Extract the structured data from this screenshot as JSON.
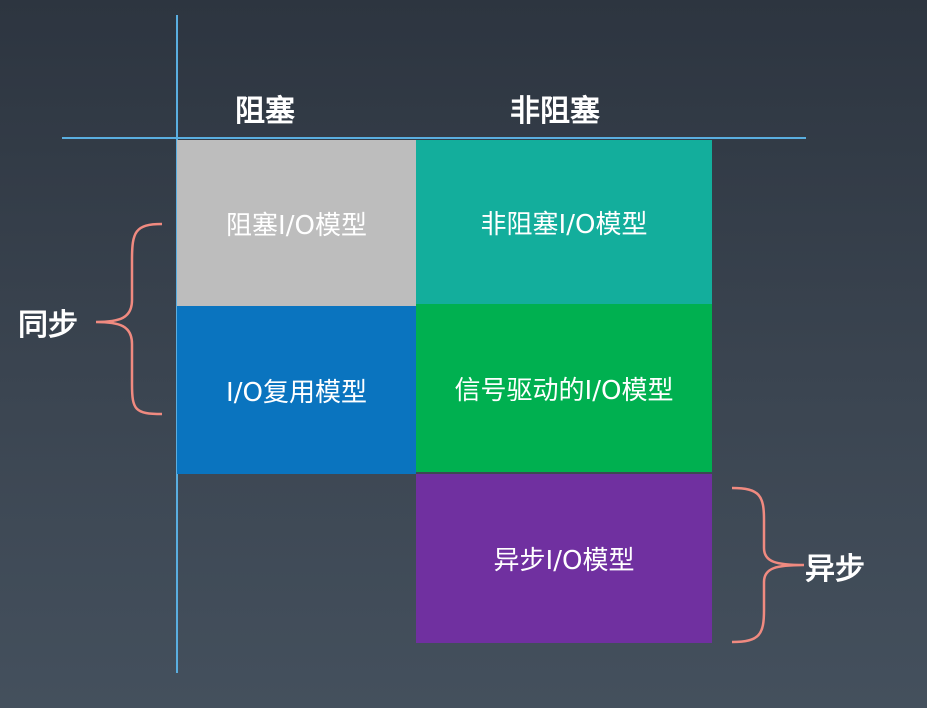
{
  "columns": {
    "blocking": "阻塞",
    "non_blocking": "非阻塞"
  },
  "rows": {
    "sync": "同步",
    "async": "异步"
  },
  "cells": {
    "blocking_io": {
      "label": "阻塞I/O模型",
      "color": "#bdbdbd"
    },
    "non_blocking_io": {
      "label": "非阻塞I/O模型",
      "color": "#13ae9c"
    },
    "io_multiplexing": {
      "label": "I/O复用模型",
      "color": "#0a74bf"
    },
    "signal_driven_io": {
      "label": "信号驱动的I/O模型",
      "color": "#00b050"
    },
    "async_io": {
      "label": "异步I/O模型",
      "color": "#7030a0"
    }
  },
  "colors": {
    "axis": "#5aaee0",
    "brace": "#f08a80"
  }
}
